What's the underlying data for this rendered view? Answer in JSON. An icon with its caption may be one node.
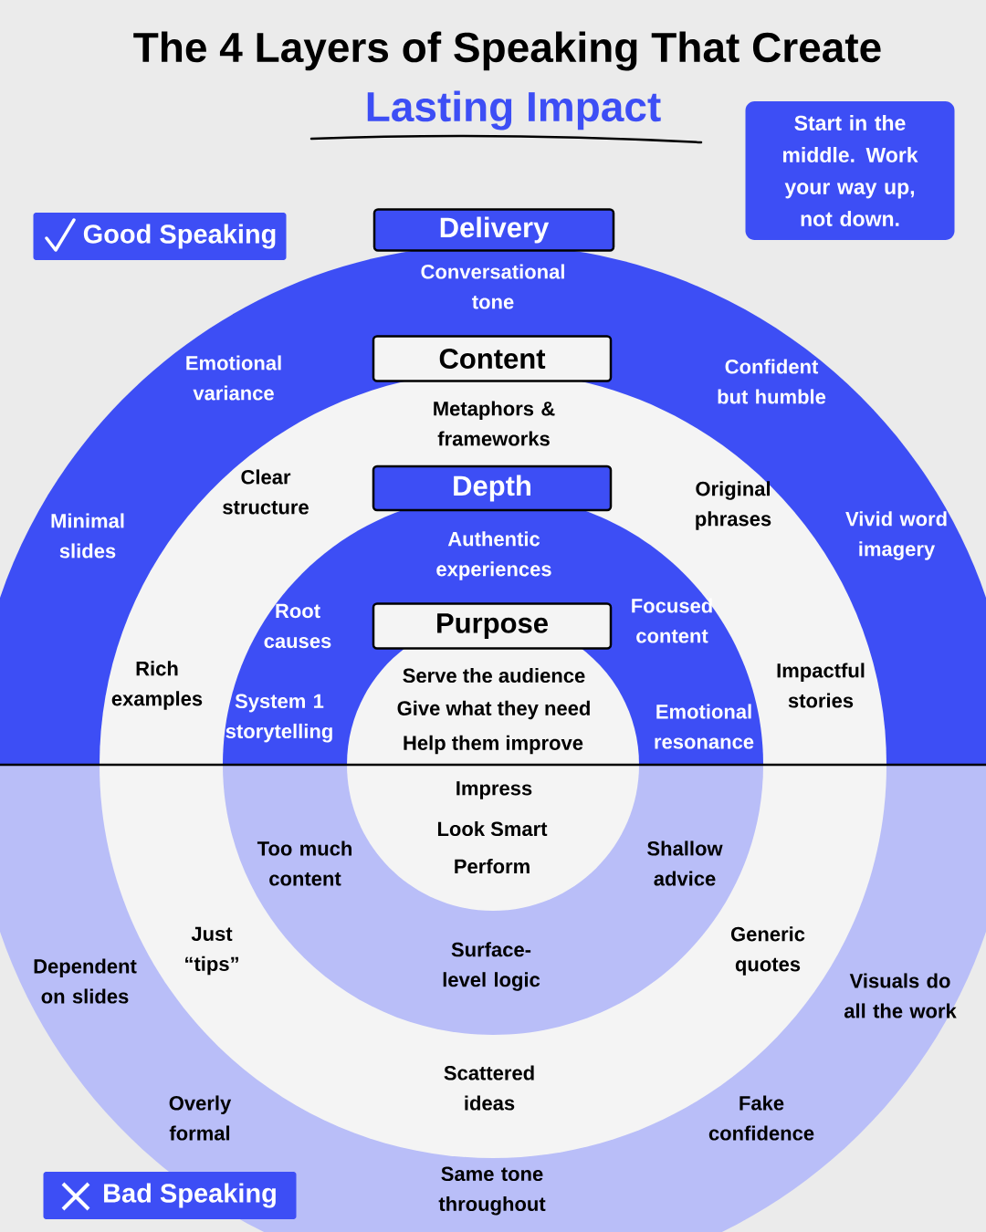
{
  "diagram": {
    "title": "The 4 Layers of Speaking That Create",
    "nodes": [
      {
        "text": [
          "Delivery"
        ]
      },
      {
        "text": [
          "Content"
        ]
      },
      {
        "text": [
          "Depth"
        ]
      },
      {
        "text": [
          "Purpose"
        ]
      },
      {
        "text": [
          "Start in the middle. Work your way up, not down."
        ]
      },
      {
        "text": [
          "Good Speaking"
        ]
      },
      {
        "text": [
          "Bad Speaking"
        ]
      }
    ],
    "labels": [
      "Lasting Impact",
      "Conversational tone",
      "Emotional variance",
      "Confident but humble",
      "Metaphors & frameworks",
      "Clear structure",
      "Original phrases",
      "Minimal slides",
      "Vivid word imagery",
      "Authentic experiences",
      "Root causes",
      "Focused content",
      "Rich examples",
      "Impactful stories",
      "System 1 storytelling",
      "Serve the audience",
      "Give what they need",
      "Help them improve",
      "Emotional resonance",
      "Impress",
      "Look Smart",
      "Perform",
      "Too much content",
      "Shallow advice",
      "Just “tips”",
      "Generic quotes",
      "Dependent on slides",
      "Surface-level logic",
      "Visuals do all the work",
      "Scattered ideas",
      "Overly formal",
      "Fake confidence",
      "Same tone throughout"
    ]
  }
}
